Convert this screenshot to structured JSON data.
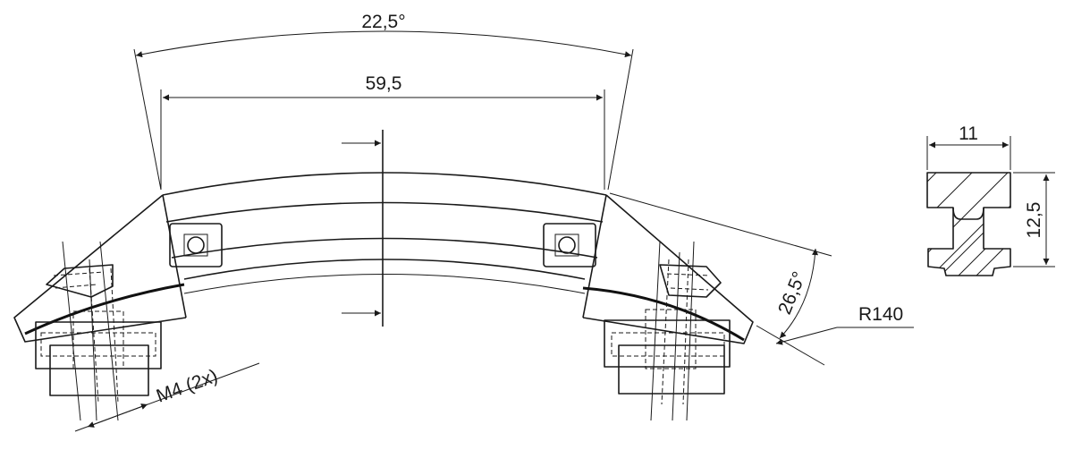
{
  "dimensions": {
    "angle_top": "22,5°",
    "width_top": "59,5",
    "angle_side": "26,5°",
    "radius": "R140",
    "thread": "M4 (2x)",
    "section_width": "11",
    "section_height": "12,5"
  }
}
